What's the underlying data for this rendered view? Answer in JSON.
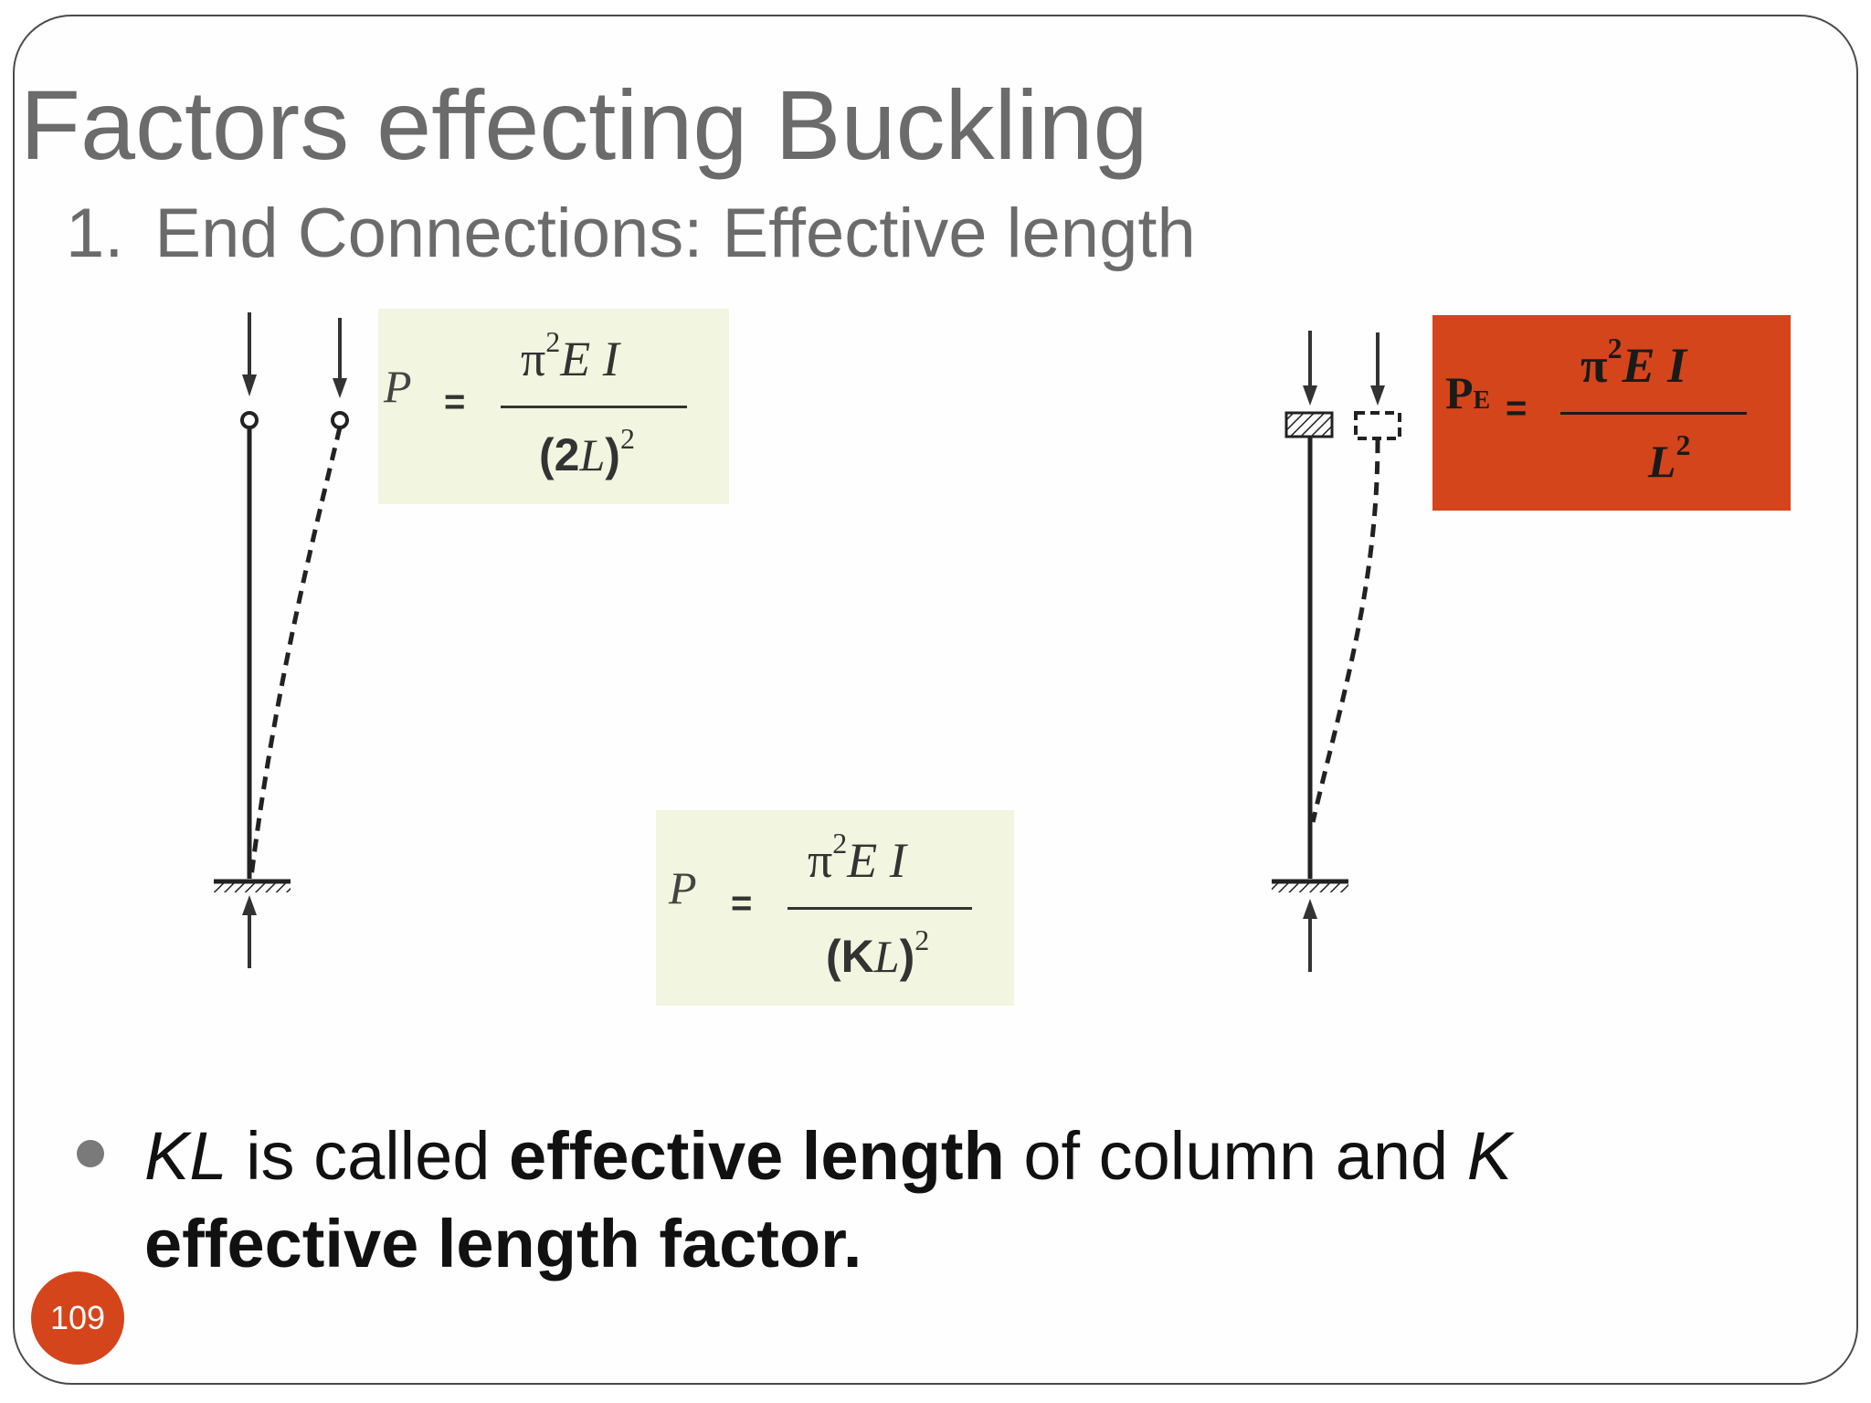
{
  "slide": {
    "title": "Factors effecting Buckling",
    "subtitle_number": "1.",
    "subtitle_text": "End Connections: Effective length"
  },
  "formulas": {
    "left": {
      "lhs": "P",
      "equals": "=",
      "numerator_pi": "π",
      "numerator_exp": "2",
      "numerator_rest": "E I",
      "denominator_open": "(2",
      "denominator_var": "L",
      "denominator_close": ")",
      "denominator_exp": "2"
    },
    "center": {
      "lhs": "P",
      "equals": "=",
      "numerator_pi": "π",
      "numerator_exp": "2",
      "numerator_rest": "E I",
      "denominator_open": "(K",
      "denominator_var": "L",
      "denominator_close": ")",
      "denominator_exp": "2"
    },
    "right": {
      "lhs": "P",
      "lhs_sub": "E",
      "equals": "=",
      "numerator_pi": "π",
      "numerator_exp": "2",
      "numerator_rest": "E I",
      "denominator_var": "L",
      "denominator_exp": "2"
    }
  },
  "bullet": {
    "part1_italic": "KL",
    "part2": " is called ",
    "part3_bold": "effective length",
    "part4": " of column and ",
    "part5_italic": "K",
    "part6_bold": "effective length factor."
  },
  "page_number": "109",
  "colors": {
    "accent": "#d4451c",
    "formula_bg": "#f2f5df",
    "title_gray": "#6b6b6b"
  }
}
